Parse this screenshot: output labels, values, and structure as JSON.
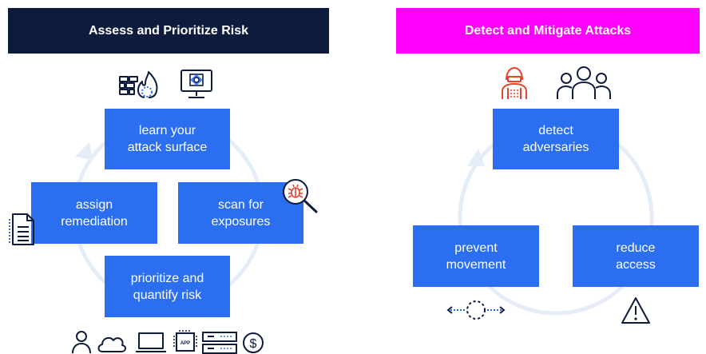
{
  "left_panel": {
    "title": "Assess and Prioritize Risk",
    "steps": [
      {
        "line1": "learn your",
        "line2": "attack surface"
      },
      {
        "line1": "scan for",
        "line2": "exposures"
      },
      {
        "line1": "prioritize and",
        "line2": "quantify risk"
      },
      {
        "line1": "assign",
        "line2": "remediation"
      }
    ]
  },
  "right_panel": {
    "title": "Detect and Mitigate Attacks",
    "steps": [
      {
        "line1": "detect",
        "line2": "adversaries"
      },
      {
        "line1": "reduce",
        "line2": "access"
      },
      {
        "line1": "prevent",
        "line2": "movement"
      }
    ]
  },
  "colors": {
    "navy": "#0d1b3d",
    "magenta": "#ff00ff",
    "box_blue": "#2b6ff0",
    "ring": "#e4edf8",
    "icon_dark": "#0d1b3d",
    "icon_blue": "#2b6ff0",
    "icon_red": "#e8422f"
  },
  "icons": [
    "firewall-fire-icon",
    "monitor-icon",
    "bug-magnifier-icon",
    "document-icon",
    "user-icon",
    "cloud-icon",
    "laptop-icon",
    "app-chip-icon",
    "server-icon",
    "dollar-icon",
    "hacker-icon",
    "users-group-icon",
    "movement-icon",
    "warning-icon"
  ]
}
